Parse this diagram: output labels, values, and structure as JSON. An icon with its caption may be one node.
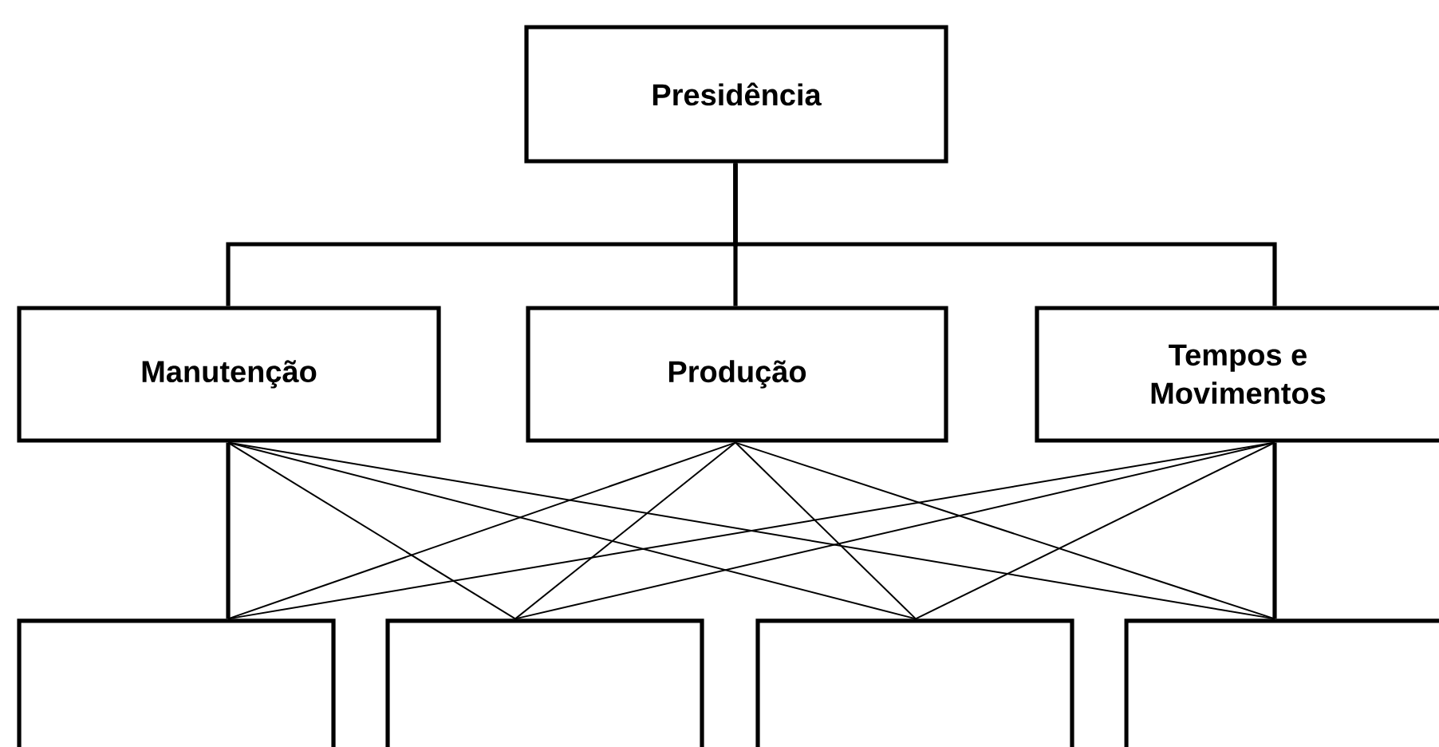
{
  "diagram": {
    "nodes": [
      {
        "text": [
          "Presidência"
        ]
      },
      {
        "text": [
          "Manutenção"
        ]
      },
      {
        "text": [
          "Produção"
        ]
      },
      {
        "text": [
          "Tempos e Movimentos"
        ]
      },
      {
        "text": [],
        "shape": "box"
      },
      {
        "text": [],
        "shape": "box"
      },
      {
        "text": [],
        "shape": "box"
      },
      {
        "text": [],
        "shape": "box"
      }
    ],
    "edges": [
      {
        "from": 0,
        "to": 1,
        "arrow": "none",
        "style": "thick"
      },
      {
        "from": 0,
        "to": 2,
        "arrow": "none",
        "style": "thick"
      },
      {
        "from": 0,
        "to": 3,
        "arrow": "none",
        "style": "thick"
      },
      {
        "from": 1,
        "to": 4,
        "arrow": "none",
        "style": "thick"
      },
      {
        "from": 1,
        "to": 5,
        "arrow": "none"
      },
      {
        "from": 1,
        "to": 6,
        "arrow": "none"
      },
      {
        "from": 1,
        "to": 7,
        "arrow": "none"
      },
      {
        "from": 2,
        "to": 4,
        "arrow": "none"
      },
      {
        "from": 2,
        "to": 5,
        "arrow": "none"
      },
      {
        "from": 2,
        "to": 6,
        "arrow": "none"
      },
      {
        "from": 2,
        "to": 7,
        "arrow": "none"
      },
      {
        "from": 3,
        "to": 4,
        "arrow": "none"
      },
      {
        "from": 3,
        "to": 5,
        "arrow": "none"
      },
      {
        "from": 3,
        "to": 6,
        "arrow": "none"
      },
      {
        "from": 3,
        "to": 7,
        "arrow": "none",
        "style": "thick"
      }
    ]
  }
}
